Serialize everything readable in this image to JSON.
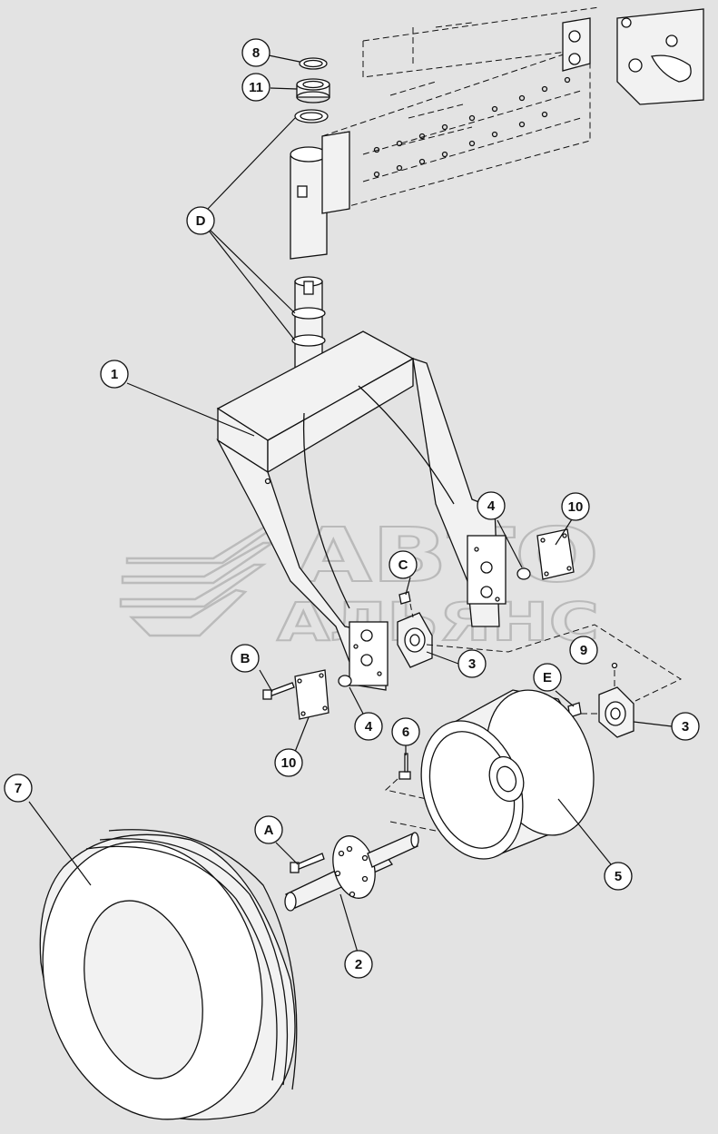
{
  "diagram": {
    "watermark": {
      "line1": "АВТО",
      "line2": "АЛЬЯНС"
    },
    "callouts": [
      {
        "id": "c-8",
        "label": "8"
      },
      {
        "id": "c-11",
        "label": "11"
      },
      {
        "id": "c-D",
        "label": "D"
      },
      {
        "id": "c-1",
        "label": "1"
      },
      {
        "id": "c-4a",
        "label": "4"
      },
      {
        "id": "c-10a",
        "label": "10"
      },
      {
        "id": "c-C",
        "label": "C"
      },
      {
        "id": "c-3a",
        "label": "3"
      },
      {
        "id": "c-9",
        "label": "9"
      },
      {
        "id": "c-B",
        "label": "B"
      },
      {
        "id": "c-4b",
        "label": "4"
      },
      {
        "id": "c-10b",
        "label": "10"
      },
      {
        "id": "c-E",
        "label": "E"
      },
      {
        "id": "c-3b",
        "label": "3"
      },
      {
        "id": "c-6",
        "label": "6"
      },
      {
        "id": "c-7",
        "label": "7"
      },
      {
        "id": "c-A",
        "label": "A"
      },
      {
        "id": "c-5",
        "label": "5"
      },
      {
        "id": "c-2",
        "label": "2"
      }
    ]
  }
}
